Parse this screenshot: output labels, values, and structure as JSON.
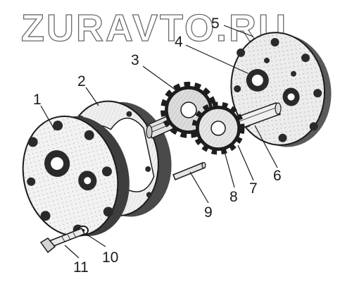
{
  "watermark": "ZURAVTO.RU",
  "corner_mark": "",
  "parts": [
    {
      "label": "1"
    },
    {
      "label": "2"
    },
    {
      "label": "3"
    },
    {
      "label": "4"
    },
    {
      "label": "5"
    },
    {
      "label": "6"
    },
    {
      "label": "7"
    },
    {
      "label": "8"
    },
    {
      "label": "9"
    },
    {
      "label": "10"
    },
    {
      "label": "11"
    }
  ]
}
